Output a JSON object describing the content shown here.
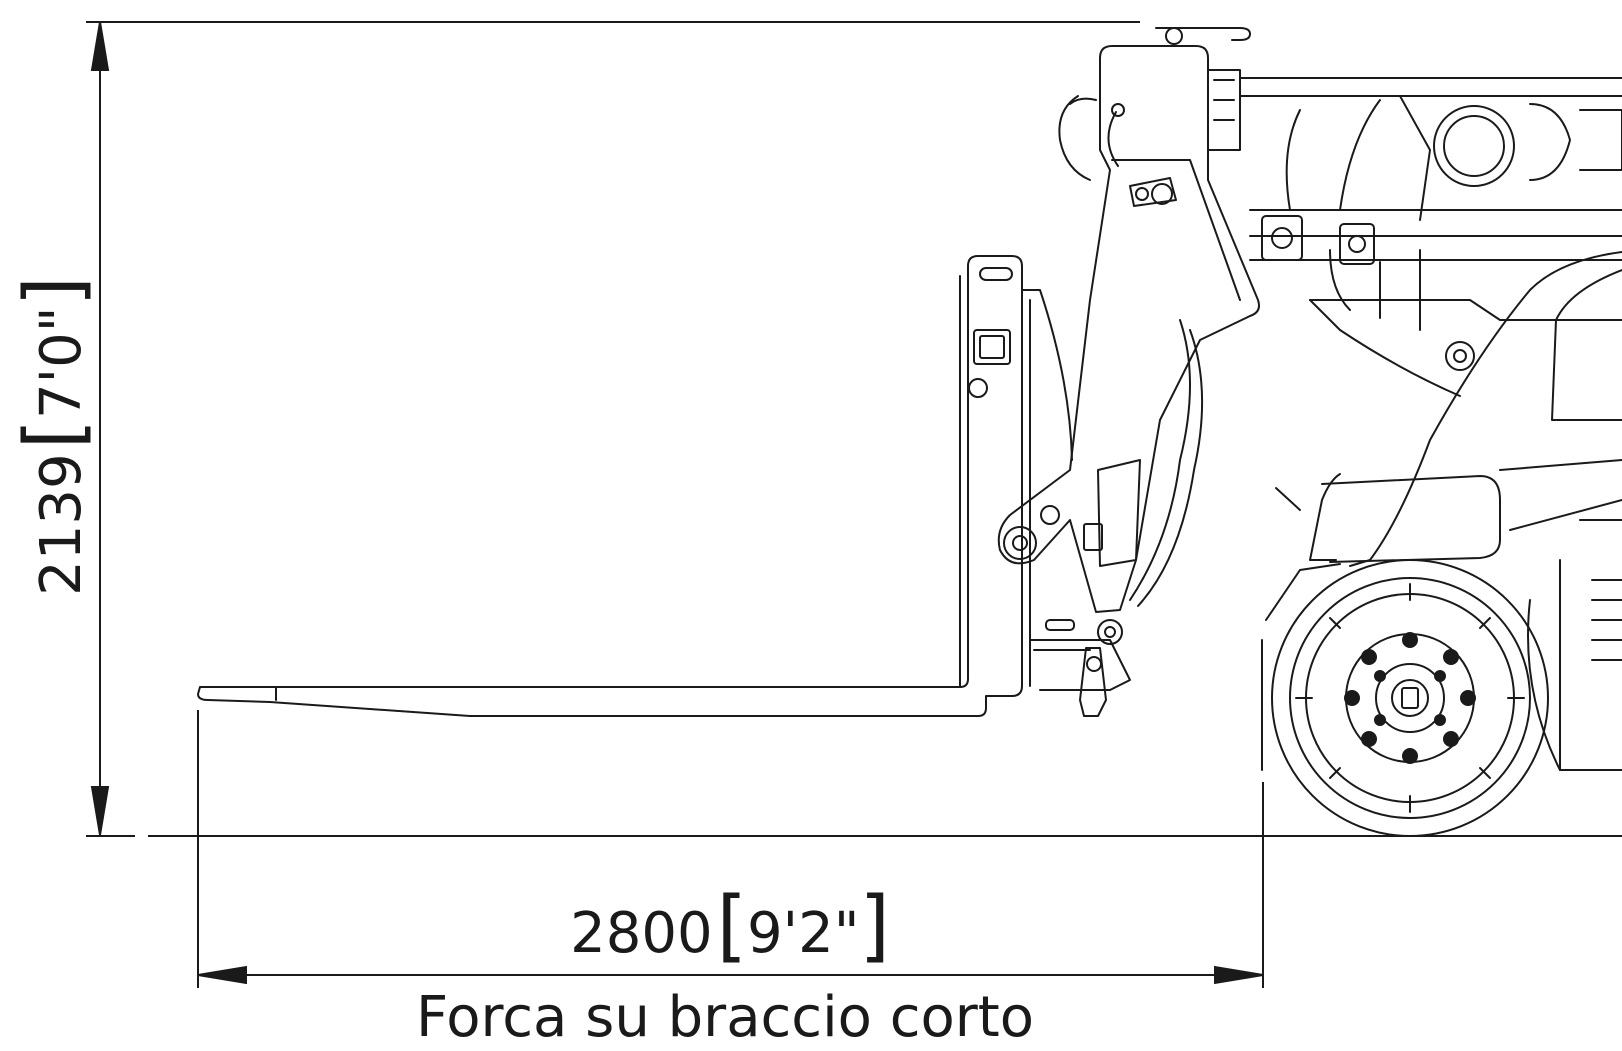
{
  "diagram": {
    "height_dimension": {
      "metric": "2139",
      "imperial": "7'0\""
    },
    "length_dimension": {
      "metric": "2800",
      "imperial": "9'2\""
    },
    "caption": "Forca su braccio corto",
    "colors": {
      "line": "#1a1a1a",
      "background": "#ffffff"
    }
  }
}
